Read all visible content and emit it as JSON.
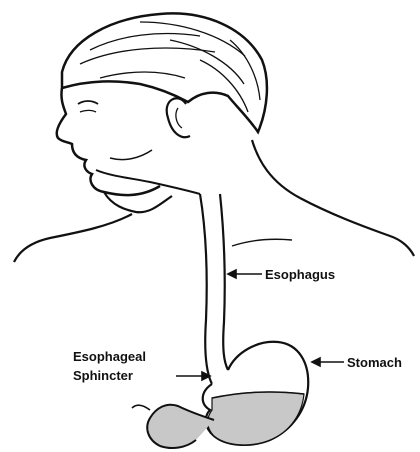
{
  "labels": {
    "esophagus": "Esophagus",
    "stomach": "Stomach",
    "sphincter_line1": "Esophageal",
    "sphincter_line2": "Sphincter"
  },
  "colors": {
    "ink": "#111111",
    "stomach_contents": "#c8c8c8",
    "background": "#ffffff"
  }
}
